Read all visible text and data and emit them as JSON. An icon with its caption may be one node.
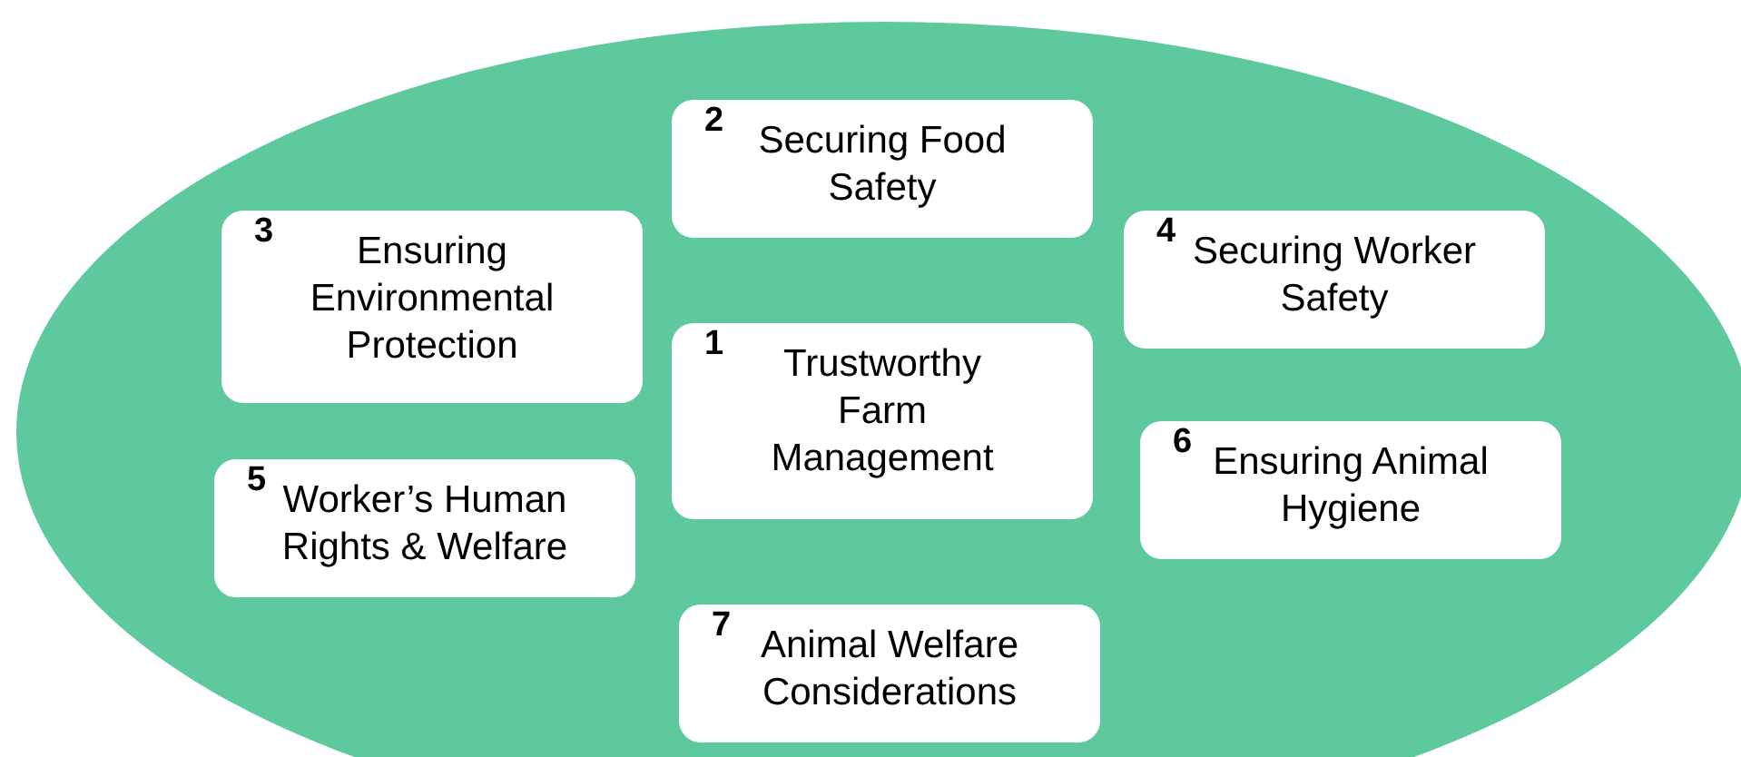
{
  "diagram": {
    "nodes": [
      {
        "text": [],
        "shape": "ellipse"
      },
      {
        "text": [
          "1",
          "Trustworthy Farm Management"
        ],
        "in": 0
      },
      {
        "text": [
          "2",
          "Securing Food Safety"
        ],
        "in": 0
      },
      {
        "text": [
          "3",
          "Ensuring Environmental Protection"
        ],
        "in": 0
      },
      {
        "text": [
          "4",
          "Securing Worker Safety"
        ],
        "in": 0
      },
      {
        "text": [
          "5",
          "Worker’s Human Rights & Welfare"
        ],
        "in": 0
      },
      {
        "text": [
          "6",
          "Ensuring Animal Hygiene"
        ],
        "in": 0
      },
      {
        "text": [
          "7",
          "Animal Welfare Considerations"
        ],
        "in": 0
      }
    ],
    "edges": []
  }
}
